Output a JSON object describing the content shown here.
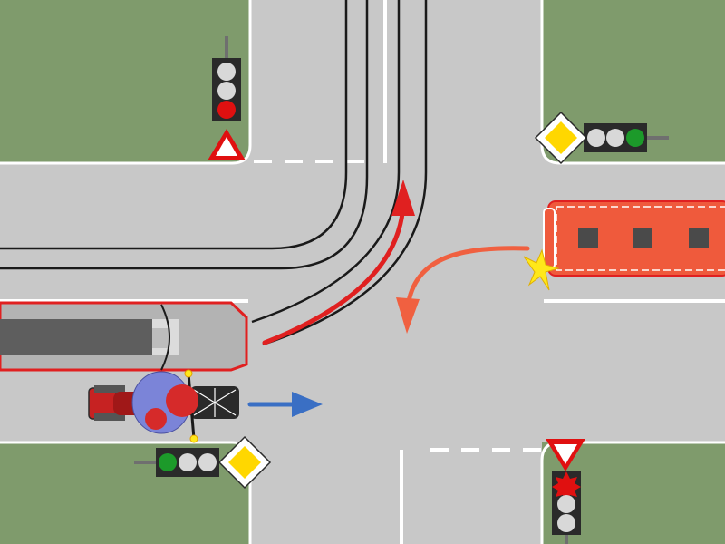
{
  "scene": {
    "type": "traffic-intersection-diagram",
    "colors": {
      "grass": "#7f9b6c",
      "road": "#c8c8c8",
      "road_edge": "#ffffff",
      "tram_rail": "#1a1a1a",
      "tram_body": "#b3b3b3",
      "tram_outline": "#e02020",
      "bus_body": "#ef5a3c",
      "arrow_red": "#e02020",
      "arrow_orange": "#f06040",
      "arrow_blue": "#3a6fc4",
      "light_red": "#e01010",
      "light_green": "#1c9a2a",
      "light_off": "#d8d8d8",
      "priority_sign": "#ffd700"
    },
    "signals": [
      {
        "id": "north-west",
        "active": "red",
        "orientation": "vertical"
      },
      {
        "id": "north-east",
        "active": "green",
        "orientation": "horizontal"
      },
      {
        "id": "south-west",
        "active": "green",
        "orientation": "horizontal"
      },
      {
        "id": "south-east",
        "active": "red",
        "orientation": "vertical"
      }
    ],
    "signs": [
      {
        "id": "give-way-north-west",
        "icon": "give-way-triangle-icon"
      },
      {
        "id": "priority-north-east",
        "icon": "priority-road-diamond-icon"
      },
      {
        "id": "priority-south-west",
        "icon": "priority-road-diamond-icon"
      },
      {
        "id": "give-way-south-east",
        "icon": "give-way-triangle-icon"
      }
    ],
    "vehicles": [
      {
        "id": "tram",
        "direction": "east-then-north"
      },
      {
        "id": "bus",
        "direction": "west-then-south"
      },
      {
        "id": "motorcycle",
        "direction": "east-straight"
      }
    ]
  }
}
